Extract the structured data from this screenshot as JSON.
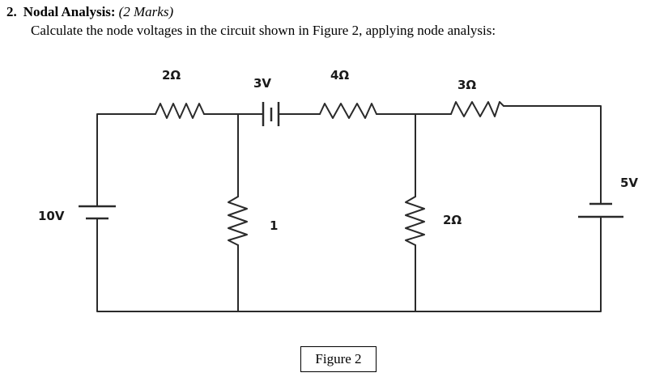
{
  "question": {
    "number": "2.",
    "title": "Nodal Analysis:",
    "marks": "(2 Marks)",
    "instruction": "Calculate the node voltages in the circuit shown in Figure 2, applying node analysis:"
  },
  "circuit": {
    "resistors": [
      {
        "id": "r-top-left",
        "label": "2Ω"
      },
      {
        "id": "r-top-middle",
        "label": "4Ω"
      },
      {
        "id": "r-top-right",
        "label": "3Ω"
      },
      {
        "id": "r-vertical-left",
        "label": "1"
      },
      {
        "id": "r-vertical-right",
        "label": "2Ω"
      }
    ],
    "sources": [
      {
        "id": "source-left",
        "label": "10V"
      },
      {
        "id": "source-top",
        "label": "3V"
      },
      {
        "id": "source-right",
        "label": "5V"
      }
    ]
  },
  "caption": "Figure 2"
}
